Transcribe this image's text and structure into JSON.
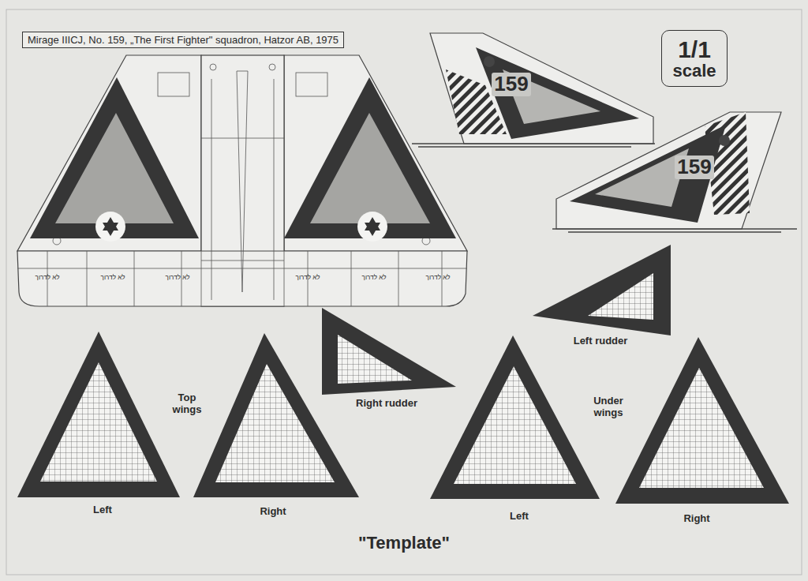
{
  "diagram": {
    "title": "Mirage IIICJ, No. 159, „The First Fighter\" squadron, Hatzor AB, 1975",
    "nodes": [
      {
        "text": [
          "1/1",
          "scale"
        ]
      }
    ],
    "labels": [
      "159",
      "159",
      "לא לדרוך",
      "לא לדרוך",
      "לא לדרוך",
      "לא לדרוך",
      "לא לדרוך",
      "לא לדרוך",
      "Top wings",
      "Left",
      "Right",
      "Right rudder",
      "Left rudder",
      "Under wings",
      "Left",
      "Right",
      "\"Template\""
    ]
  }
}
